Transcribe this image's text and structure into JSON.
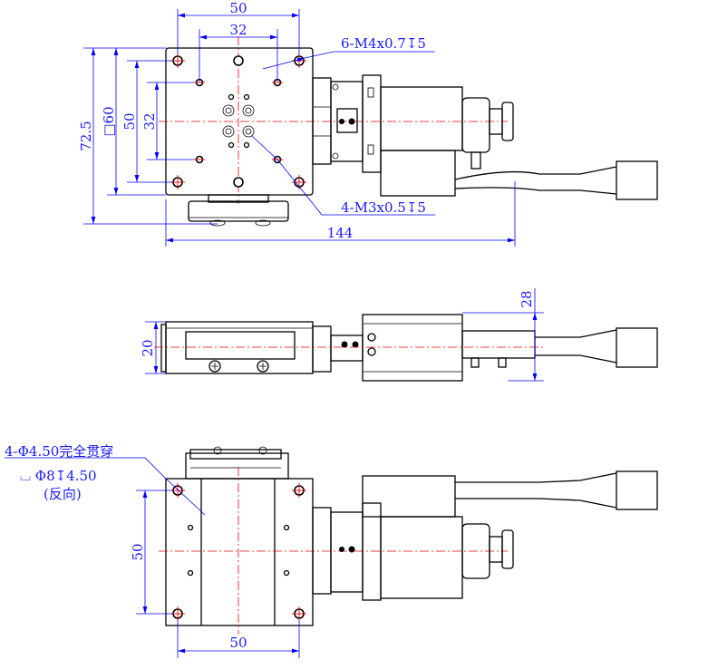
{
  "title": "Linear stage dimension drawing",
  "top_view": {
    "dim_width_outer": "50",
    "dim_width_inner": "32",
    "dim_total_length": "144",
    "dim_height_total": "72.5",
    "dim_square": "□60",
    "dim_height_outer": "50",
    "dim_height_inner": "32",
    "callout_m4": "6-M4x0.7↧5",
    "callout_m3": "4-M3x0.5↧5"
  },
  "side_view": {
    "dim_thickness": "20",
    "dim_motor_height": "28"
  },
  "bottom_view": {
    "callout_through": "4-Φ4.50完全贯穿",
    "callout_counterbore": "⌴ Φ8↧4.50",
    "callout_reverse": "(反向)",
    "dim_vertical": "50",
    "dim_horizontal": "50"
  },
  "colors": {
    "outline": "#000000",
    "dimension": "#1a1aff",
    "centerline": "#ee0000"
  }
}
